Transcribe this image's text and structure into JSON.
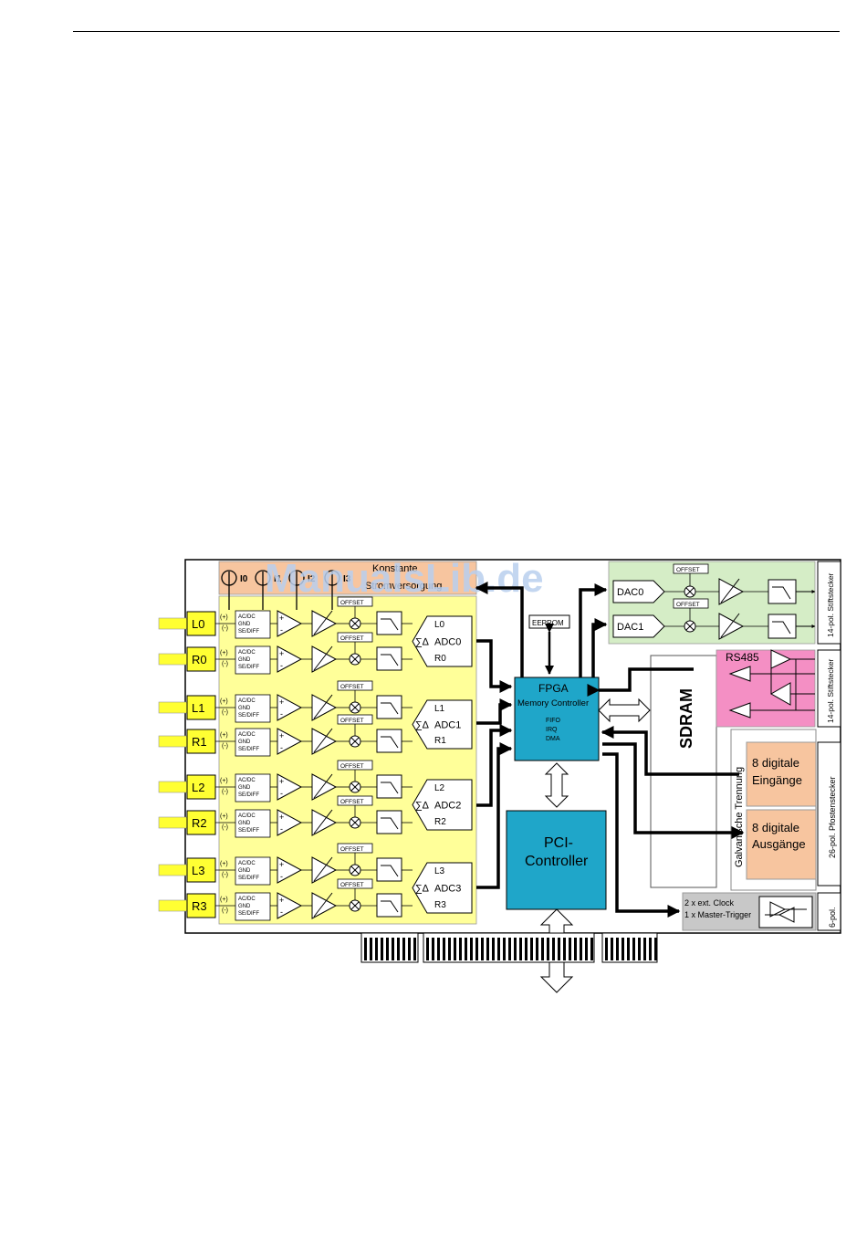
{
  "watermark": "ManualsLib.de",
  "current_source": {
    "label_line1": "Konstante",
    "label_line2": "Stromversorgung",
    "sources": [
      "I0",
      "I1",
      "I2",
      "I3"
    ]
  },
  "input_labels": [
    "L0",
    "R0",
    "L1",
    "R1",
    "L2",
    "R2",
    "L3",
    "R3"
  ],
  "input_conditioning": [
    "AC/DC",
    "GND",
    "SE/DIFF"
  ],
  "polarity": {
    "plus": "(+)",
    "minus": "(-)"
  },
  "opamp": {
    "plus": "+",
    "minus": "-"
  },
  "offset_label": "OFFSET",
  "sigma_delta": "∑∆",
  "adcs": [
    {
      "l": "L0",
      "name": "ADC0",
      "r": "R0"
    },
    {
      "l": "L1",
      "name": "ADC1",
      "r": "R1"
    },
    {
      "l": "L2",
      "name": "ADC2",
      "r": "R2"
    },
    {
      "l": "L3",
      "name": "ADC3",
      "r": "R3"
    }
  ],
  "eeprom": "EEPROM",
  "fpga": {
    "title": "FPGA",
    "subtitle": "Memory Controller",
    "items": [
      "FIFO",
      "IRQ",
      "DMA"
    ]
  },
  "pci": {
    "line1": "PCI-",
    "line2": "Controller"
  },
  "sdram": "SDRAM",
  "dacs": [
    "DAC0",
    "DAC1"
  ],
  "rs485": "RS485",
  "galvanic": "Galvanische Trennung",
  "digital_in": {
    "line1": "8 digitale",
    "line2": "Eingänge"
  },
  "digital_out": {
    "line1": "8 digitale",
    "line2": "Ausgänge"
  },
  "clock": {
    "line1": "2 x ext. Clock",
    "line2": "1 x Master-Trigger"
  },
  "connectors": [
    "14-pol. Stiftstecker",
    "14-pol. Stiftstecker",
    "26-pol. Pfostenstecker",
    "6-pol."
  ],
  "colors": {
    "input_yellow": "#ffff33",
    "analog_area": "#ffff99",
    "current_source": "#f7c59f",
    "dac_area": "#d5edc6",
    "fpga_blue": "#1fa6c9",
    "rs485_pink": "#f48fc4",
    "digital_orange": "#f7c59f",
    "clock_gray": "#c8c8c8",
    "watermark": "#b9cfee"
  }
}
